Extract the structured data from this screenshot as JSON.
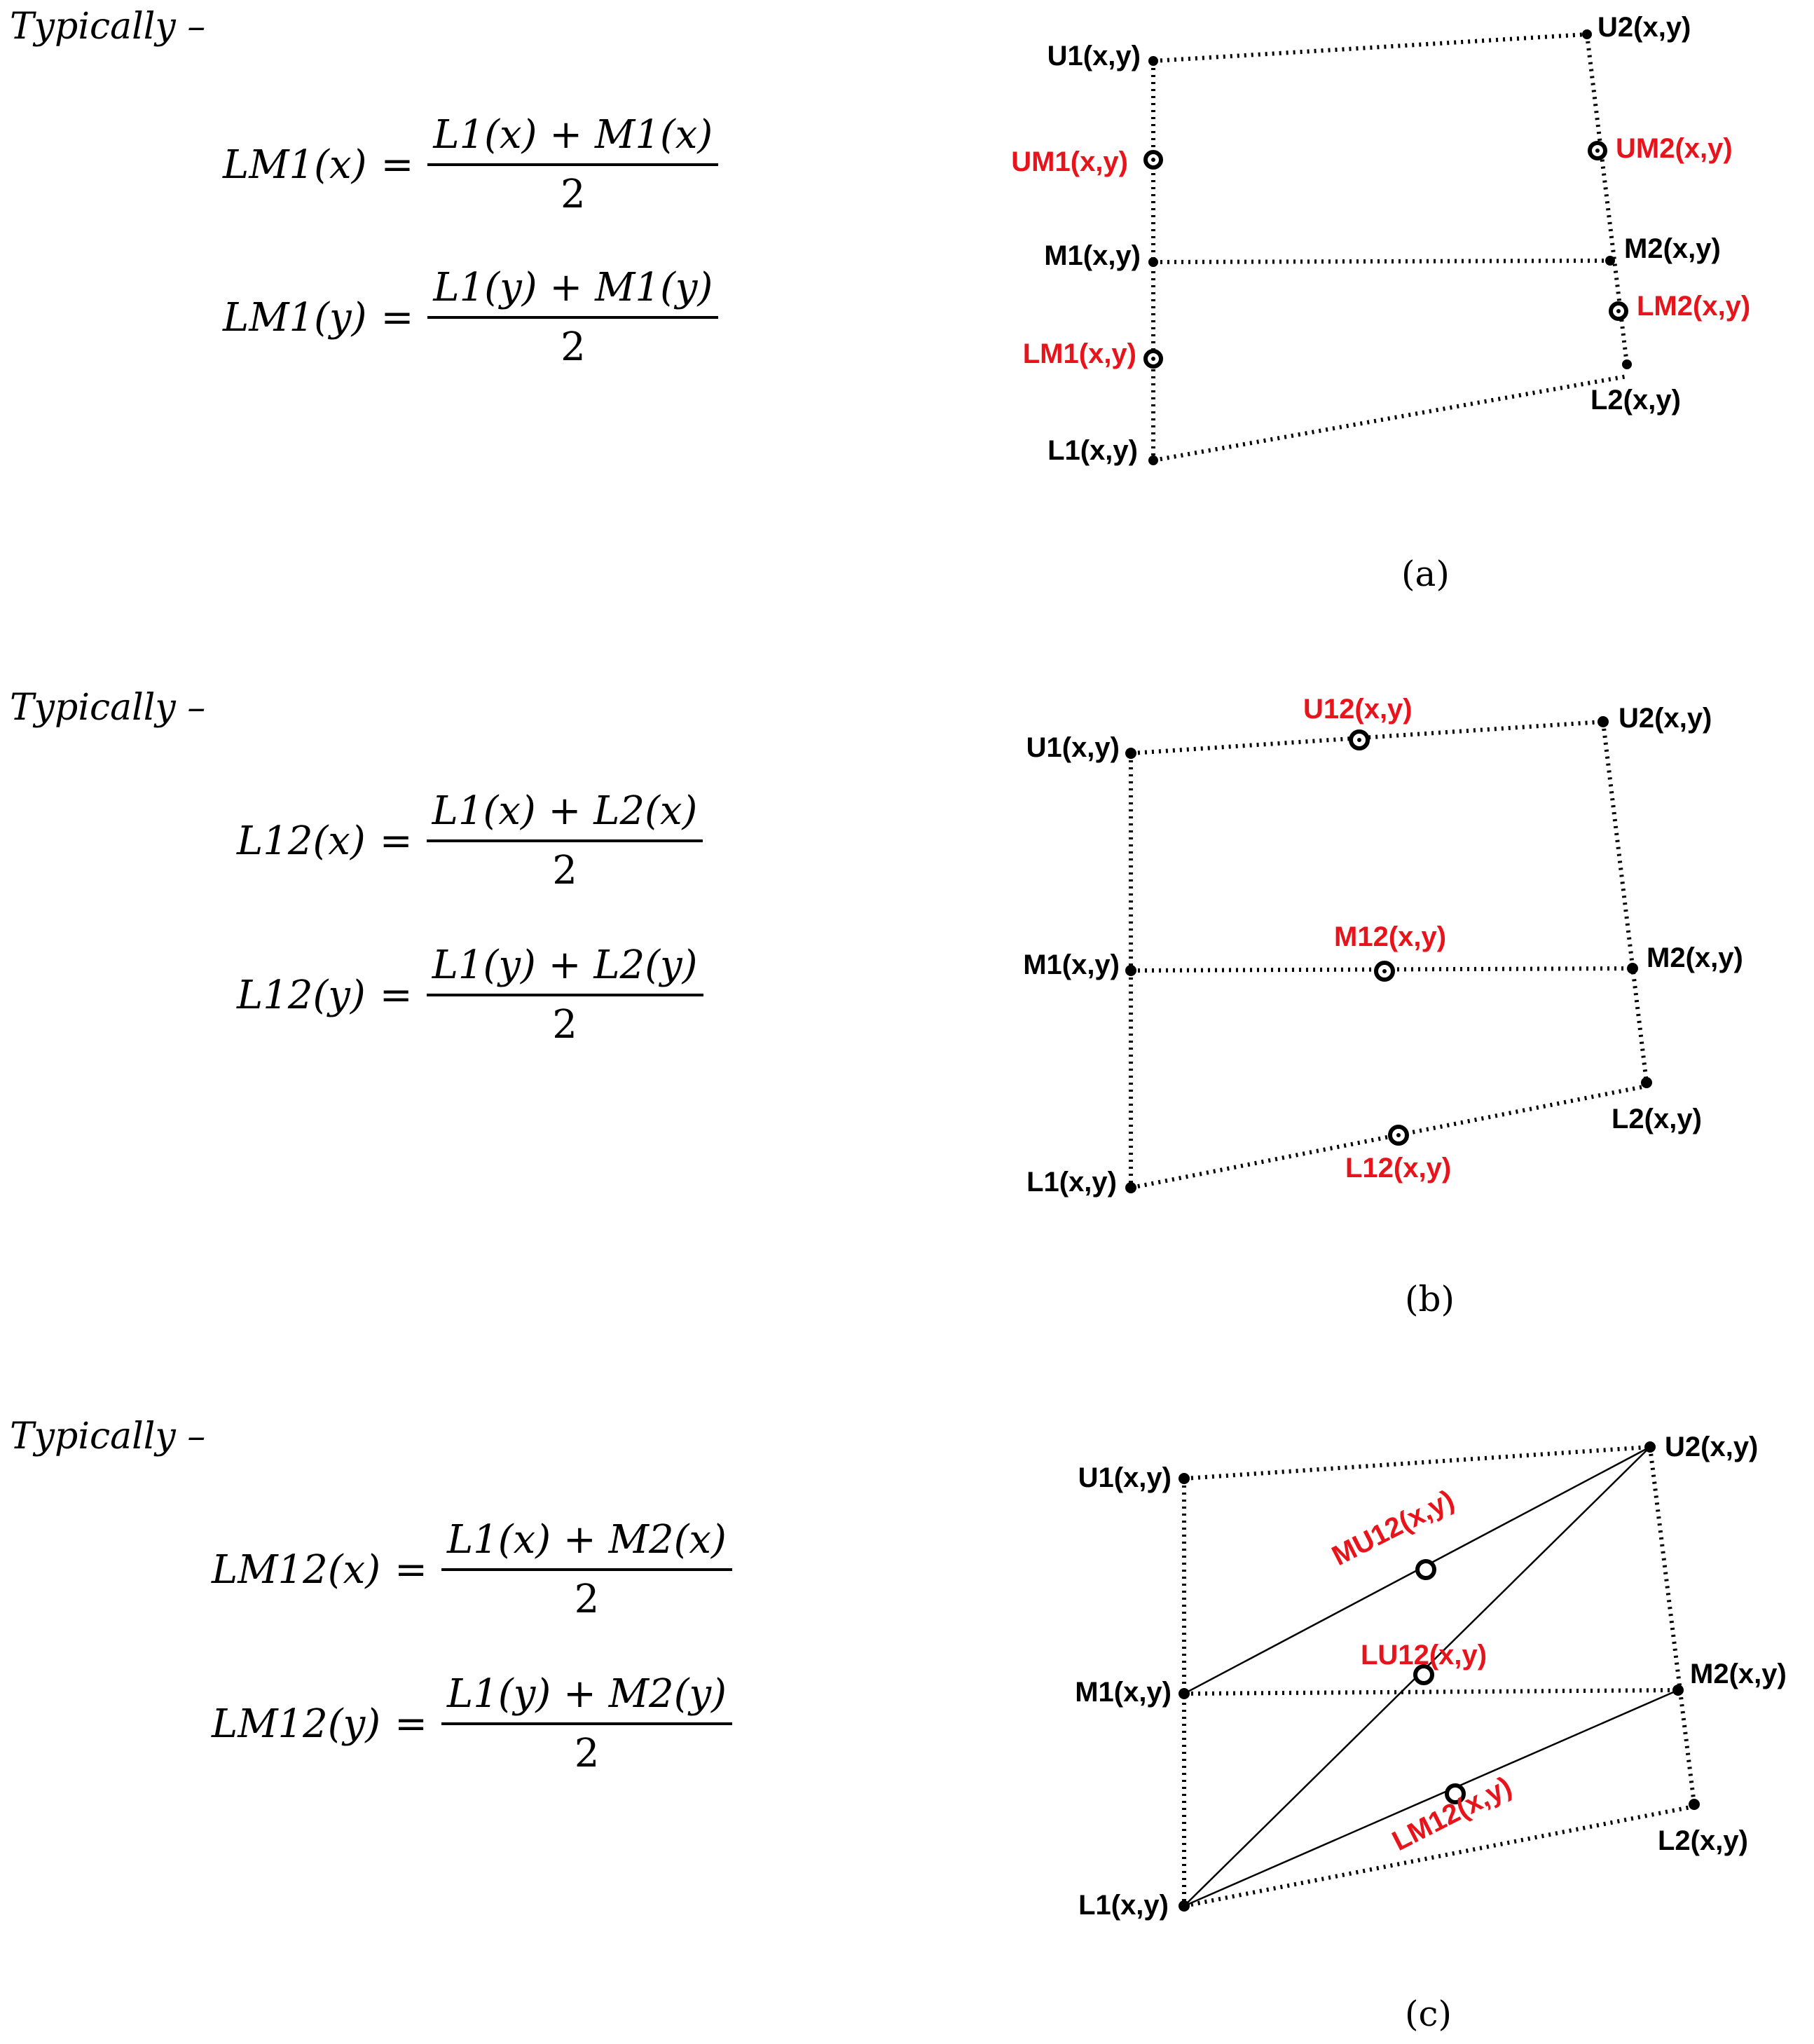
{
  "panels": [
    {
      "id": "a",
      "typically": "Typically –",
      "equations": [
        {
          "lhs": "LM1(x)",
          "num": "L1(x) + M1(x)",
          "den": "2"
        },
        {
          "lhs": "LM1(y)",
          "num": "L1(y) + M1(y)",
          "den": "2"
        }
      ],
      "caption": "(a)",
      "labels": {
        "U1": "U1(x,y)",
        "U2": "U2(x,y)",
        "UM1": "UM1(x,y)",
        "UM2": "UM2(x,y)",
        "M1": "M1(x,y)",
        "M2": "M2(x,y)",
        "LM1": "LM1(x,y)",
        "LM2": "LM2(x,y)",
        "L1": "L1(x,y)",
        "L2": "L2(x,y)"
      }
    },
    {
      "id": "b",
      "typically": "Typically –",
      "equations": [
        {
          "lhs": "L12(x)",
          "num": "L1(x) + L2(x)",
          "den": "2"
        },
        {
          "lhs": "L12(y)",
          "num": "L1(y) + L2(y)",
          "den": "2"
        }
      ],
      "caption": "(b)",
      "labels": {
        "U1": "U1(x,y)",
        "U2": "U2(x,y)",
        "U12": "U12(x,y)",
        "M1": "M1(x,y)",
        "M2": "M2(x,y)",
        "M12": "M12(x,y)",
        "L1": "L1(x,y)",
        "L2": "L2(x,y)",
        "L12": "L12(x,y)"
      }
    },
    {
      "id": "c",
      "typically": "Typically –",
      "equations": [
        {
          "lhs": "LM12(x)",
          "num": "L1(x) + M2(x)",
          "den": "2"
        },
        {
          "lhs": "LM12(y)",
          "num": "L1(y) + M2(y)",
          "den": "2"
        }
      ],
      "caption": "(c)",
      "labels": {
        "U1": "U1(x,y)",
        "U2": "U2(x,y)",
        "MU12": "MU12(x,y)",
        "LU12": "LU12(x,y)",
        "LM12": "LM12(x,y)",
        "M1": "M1(x,y)",
        "M2": "M2(x,y)",
        "L1": "L1(x,y)",
        "L2": "L2(x,y)"
      }
    }
  ],
  "colors": {
    "highlight": "#e8141c",
    "base": "#000000"
  }
}
